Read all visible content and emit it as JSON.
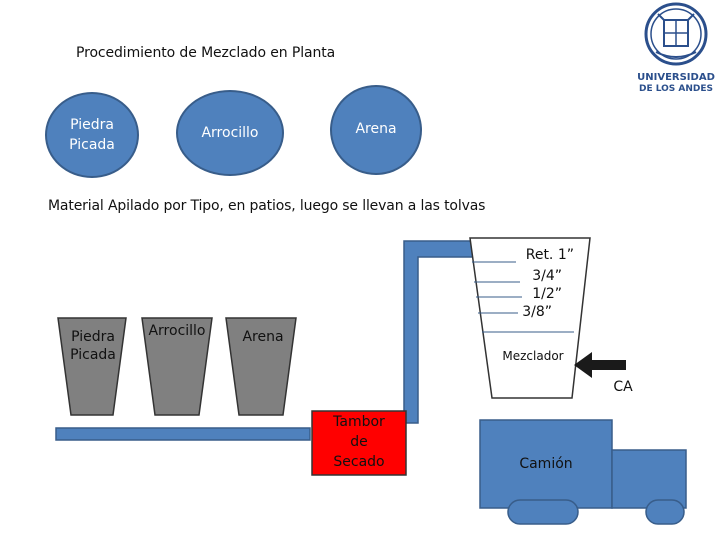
{
  "title": "Procedimiento de Mezclado en Planta",
  "circles": {
    "piedra": [
      "Piedra",
      "Picada"
    ],
    "arrocillo": "Arrocillo",
    "arena": "Arena"
  },
  "subtitle": "Material Apilado por Tipo, en patios, luego se llevan a las tolvas",
  "hoppers": {
    "piedra": [
      "Piedra",
      "Picada"
    ],
    "arrocillo": "Arrocillo",
    "arena": "Arena"
  },
  "mixer": {
    "sieves": [
      "Ret. 1”",
      "3/4”",
      "1/2”",
      "3/8”"
    ],
    "label": "Mezclador"
  },
  "ca_label": "CA",
  "drum": [
    "Tambor",
    "de",
    "Secado"
  ],
  "truck_label": "Camión",
  "logo": {
    "line1": "UNIVERSIDAD",
    "line2": "DE LOS ANDES",
    "color": "#2b4f8c"
  },
  "colors": {
    "blue_fill": "#4f81bd",
    "blue_stroke": "#385d8a",
    "hopper_gray": "#808080",
    "drum_red": "#ff0000"
  }
}
